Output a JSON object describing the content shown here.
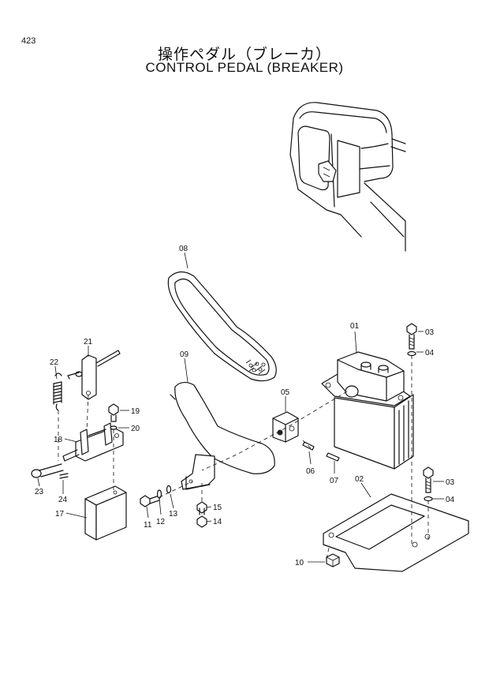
{
  "page_number": "423",
  "title_jp": "操作ペダル（ブレーカ）",
  "title_en": "CONTROL PEDAL (BREAKER)",
  "labels": {
    "p01": "01",
    "p02": "02",
    "p03a": "03",
    "p03b": "03",
    "p04a": "04",
    "p04b": "04",
    "p05": "05",
    "p06": "06",
    "p07": "07",
    "p08": "08",
    "p09": "09",
    "p10": "10",
    "p11": "11",
    "p12": "12",
    "p13": "13",
    "p14": "14",
    "p15": "15",
    "p17": "17",
    "p18": "18",
    "p19": "19",
    "p20": "20",
    "p21": "21",
    "p22": "22",
    "p23": "23",
    "p24": "24"
  }
}
